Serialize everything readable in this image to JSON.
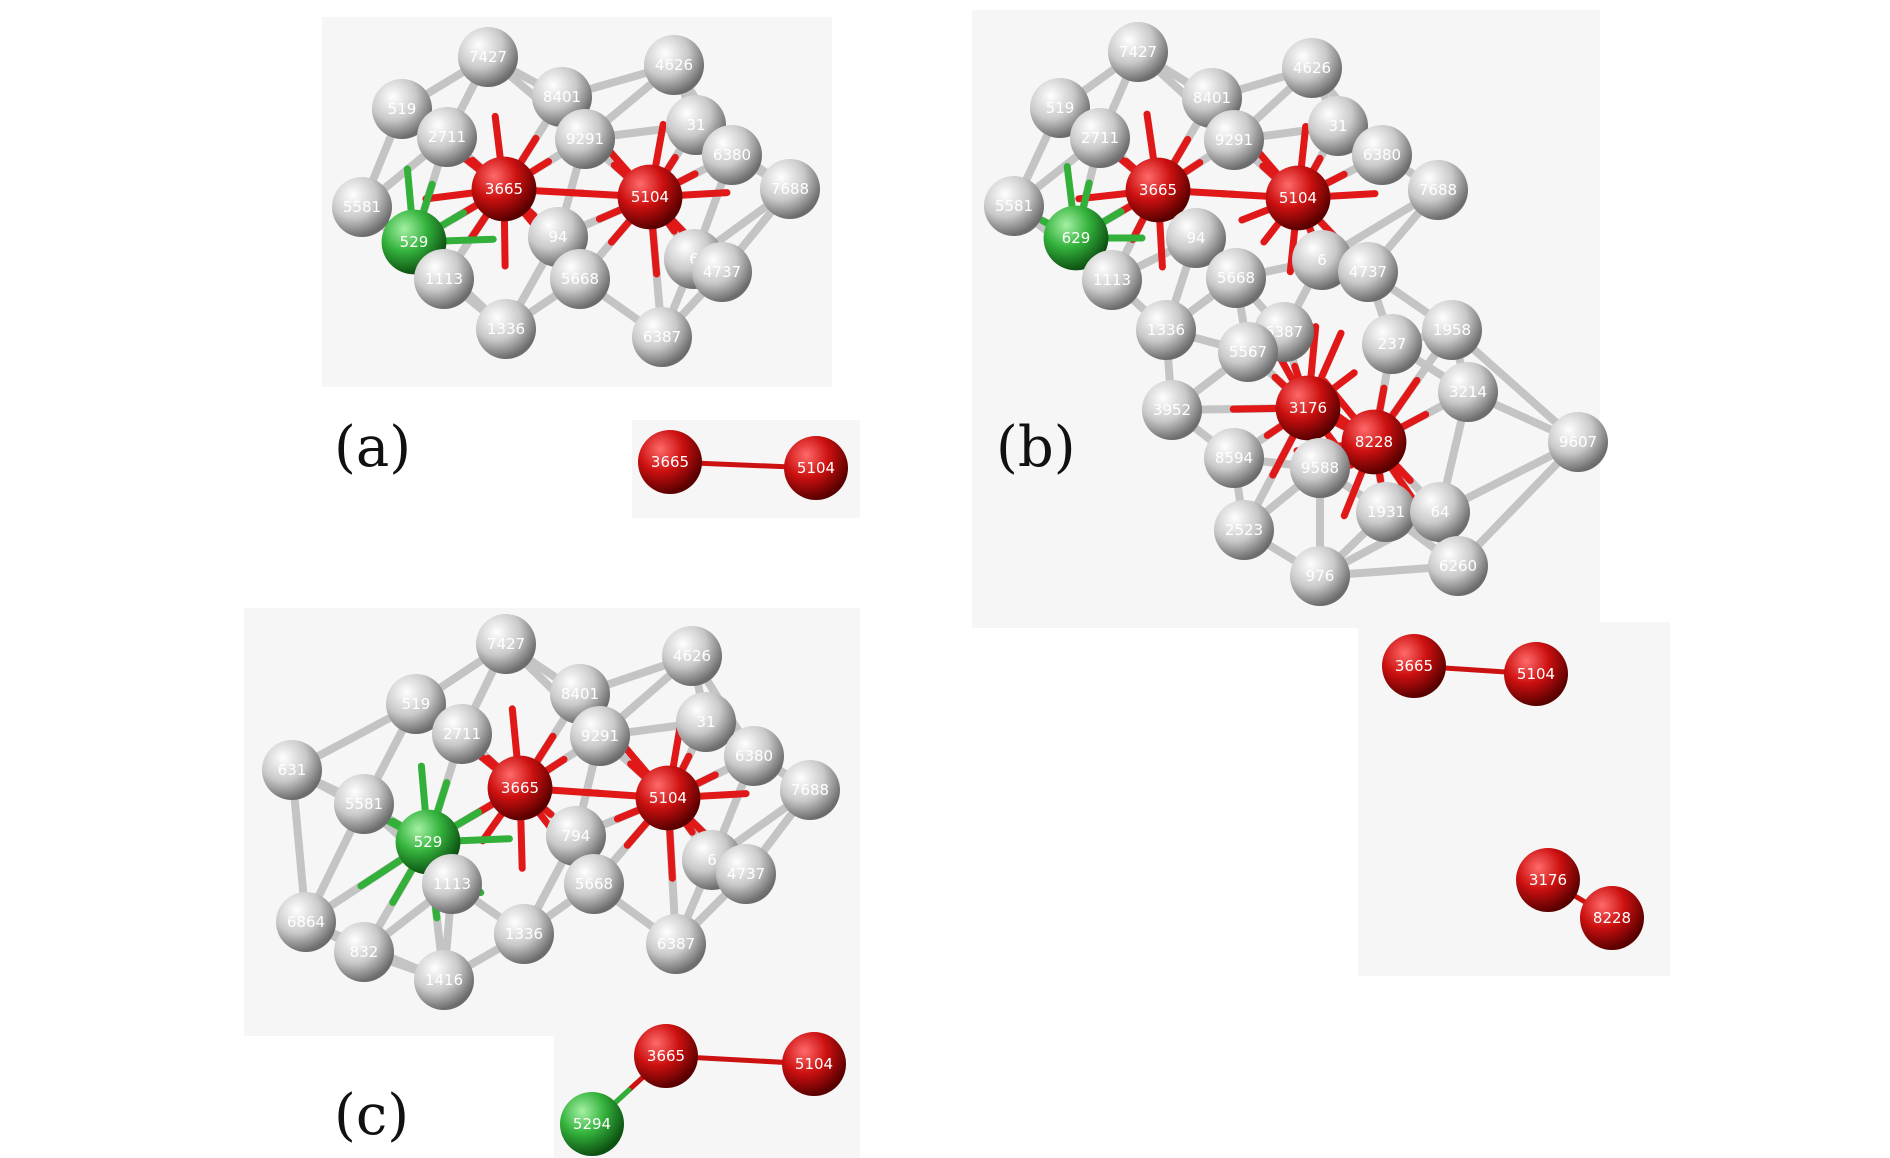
{
  "labels": {
    "a": "(a)",
    "b": "(b)",
    "c": "(c)"
  },
  "colors": {
    "solvent": "#d2d2d2",
    "solute_red": "#cc1111",
    "solute_green": "#2fae3a",
    "bond_grey": "#c4c4c4",
    "panel_bg": "#f6f6f6"
  },
  "panels": {
    "a": {
      "atoms": [
        {
          "id": "7427",
          "label": "7427",
          "c": "w"
        },
        {
          "id": "4626",
          "label": "4626",
          "c": "w"
        },
        {
          "id": "519",
          "label": "519",
          "c": "w"
        },
        {
          "id": "8401",
          "label": "8401",
          "c": "w"
        },
        {
          "id": "2711",
          "label": "2711",
          "c": "w"
        },
        {
          "id": "9291",
          "label": "9291",
          "c": "w"
        },
        {
          "id": "31",
          "label": "31",
          "c": "w"
        },
        {
          "id": "6380",
          "label": "6380",
          "c": "w"
        },
        {
          "id": "7688",
          "label": "7688",
          "c": "w"
        },
        {
          "id": "5581",
          "label": "5581",
          "c": "w"
        },
        {
          "id": "3665",
          "label": "3665",
          "c": "r"
        },
        {
          "id": "5104",
          "label": "5104",
          "c": "r"
        },
        {
          "id": "5294",
          "label": "529",
          "c": "g"
        },
        {
          "id": "94",
          "label": "94",
          "c": "w"
        },
        {
          "id": "6",
          "label": "6",
          "c": "w"
        },
        {
          "id": "1113",
          "label": "1113",
          "c": "w"
        },
        {
          "id": "5668",
          "label": "5668",
          "c": "w"
        },
        {
          "id": "4737",
          "label": "4737",
          "c": "w"
        },
        {
          "id": "1336",
          "label": "1336",
          "c": "w"
        },
        {
          "id": "6387",
          "label": "6387",
          "c": "w"
        }
      ],
      "cluster": {
        "atoms": [
          {
            "id": "3665",
            "label": "3665",
            "c": "r"
          },
          {
            "id": "5104",
            "label": "5104",
            "c": "r"
          }
        ]
      }
    },
    "b": {
      "atoms": [
        {
          "id": "7427",
          "label": "7427",
          "c": "w"
        },
        {
          "id": "4626",
          "label": "4626",
          "c": "w"
        },
        {
          "id": "519",
          "label": "519",
          "c": "w"
        },
        {
          "id": "8401",
          "label": "8401",
          "c": "w"
        },
        {
          "id": "2711",
          "label": "2711",
          "c": "w"
        },
        {
          "id": "9291",
          "label": "9291",
          "c": "w"
        },
        {
          "id": "31",
          "label": "31",
          "c": "w"
        },
        {
          "id": "6380",
          "label": "6380",
          "c": "w"
        },
        {
          "id": "7688",
          "label": "7688",
          "c": "w"
        },
        {
          "id": "5581",
          "label": "5581",
          "c": "w"
        },
        {
          "id": "3665",
          "label": "3665",
          "c": "r"
        },
        {
          "id": "5104",
          "label": "5104",
          "c": "r"
        },
        {
          "id": "5294",
          "label": "629",
          "c": "g"
        },
        {
          "id": "94",
          "label": "94",
          "c": "w"
        },
        {
          "id": "6",
          "label": "6",
          "c": "w"
        },
        {
          "id": "1113",
          "label": "1113",
          "c": "w"
        },
        {
          "id": "5668",
          "label": "5668",
          "c": "w"
        },
        {
          "id": "4737",
          "label": "4737",
          "c": "w"
        },
        {
          "id": "1336",
          "label": "1336",
          "c": "w"
        },
        {
          "id": "6387",
          "label": "6387",
          "c": "w"
        },
        {
          "id": "5567",
          "label": "5567",
          "c": "w"
        },
        {
          "id": "237",
          "label": "237",
          "c": "w"
        },
        {
          "id": "1958",
          "label": "1958",
          "c": "w"
        },
        {
          "id": "3952",
          "label": "3952",
          "c": "w"
        },
        {
          "id": "3176",
          "label": "3176",
          "c": "r"
        },
        {
          "id": "3214",
          "label": "3214",
          "c": "w"
        },
        {
          "id": "8228",
          "label": "8228",
          "c": "r"
        },
        {
          "id": "9607",
          "label": "9607",
          "c": "w"
        },
        {
          "id": "8594",
          "label": "8594",
          "c": "w"
        },
        {
          "id": "9588",
          "label": "9588",
          "c": "w"
        },
        {
          "id": "2523",
          "label": "2523",
          "c": "w"
        },
        {
          "id": "1931",
          "label": "1931",
          "c": "w"
        },
        {
          "id": "64",
          "label": "64",
          "c": "w"
        },
        {
          "id": "976",
          "label": "976",
          "c": "w"
        },
        {
          "id": "6260",
          "label": "6260",
          "c": "w"
        }
      ],
      "cluster": {
        "atoms": [
          {
            "id": "3665",
            "label": "3665",
            "c": "r"
          },
          {
            "id": "5104",
            "label": "5104",
            "c": "r"
          },
          {
            "id": "3176",
            "label": "3176",
            "c": "r"
          },
          {
            "id": "8228",
            "label": "8228",
            "c": "r"
          }
        ]
      }
    },
    "c": {
      "atoms": [
        {
          "id": "7427",
          "label": "7427",
          "c": "w"
        },
        {
          "id": "4626",
          "label": "4626",
          "c": "w"
        },
        {
          "id": "519",
          "label": "519",
          "c": "w"
        },
        {
          "id": "8401",
          "label": "8401",
          "c": "w"
        },
        {
          "id": "2711",
          "label": "2711",
          "c": "w"
        },
        {
          "id": "9291",
          "label": "9291",
          "c": "w"
        },
        {
          "id": "31",
          "label": "31",
          "c": "w"
        },
        {
          "id": "6380",
          "label": "6380",
          "c": "w"
        },
        {
          "id": "7688",
          "label": "7688",
          "c": "w"
        },
        {
          "id": "631",
          "label": "631",
          "c": "w"
        },
        {
          "id": "5581",
          "label": "5581",
          "c": "w"
        },
        {
          "id": "3665",
          "label": "3665",
          "c": "r"
        },
        {
          "id": "5104",
          "label": "5104",
          "c": "r"
        },
        {
          "id": "5294",
          "label": "529",
          "c": "g"
        },
        {
          "id": "94",
          "label": "794",
          "c": "w"
        },
        {
          "id": "6",
          "label": "6",
          "c": "w"
        },
        {
          "id": "1113",
          "label": "1113",
          "c": "w"
        },
        {
          "id": "5668",
          "label": "5668",
          "c": "w"
        },
        {
          "id": "4737",
          "label": "4737",
          "c": "w"
        },
        {
          "id": "6864",
          "label": "6864",
          "c": "w"
        },
        {
          "id": "832",
          "label": "832",
          "c": "w"
        },
        {
          "id": "1336",
          "label": "1336",
          "c": "w"
        },
        {
          "id": "6387",
          "label": "6387",
          "c": "w"
        },
        {
          "id": "1416",
          "label": "1416",
          "c": "w"
        }
      ],
      "cluster": {
        "atoms": [
          {
            "id": "5294",
            "label": "5294",
            "c": "g"
          },
          {
            "id": "3665",
            "label": "3665",
            "c": "r"
          },
          {
            "id": "5104",
            "label": "5104",
            "c": "r"
          }
        ]
      }
    }
  }
}
